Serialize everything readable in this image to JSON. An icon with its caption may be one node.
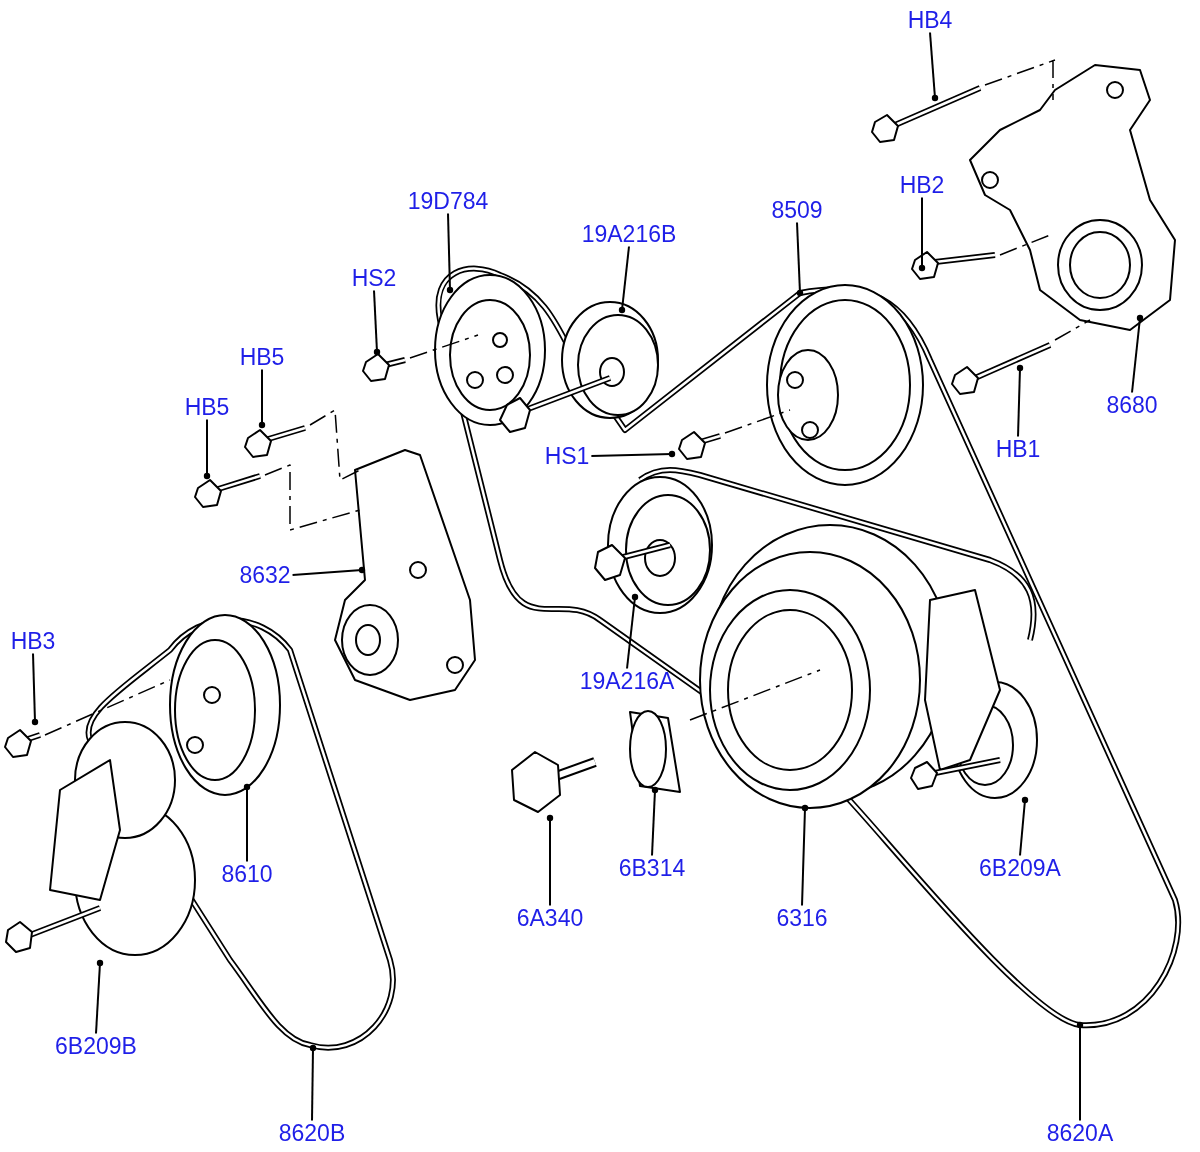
{
  "diagram": {
    "nodes": [
      {
        "text": [
          "HB4"
        ]
      },
      {
        "text": [
          "HB2"
        ]
      },
      {
        "text": [
          "19D784"
        ]
      },
      {
        "text": [
          "19A216B"
        ]
      },
      {
        "text": [
          "8509"
        ]
      },
      {
        "text": [
          "HS2"
        ]
      },
      {
        "text": [
          "HB5"
        ]
      },
      {
        "text": [
          "HB5"
        ]
      },
      {
        "text": [
          "8680"
        ]
      },
      {
        "text": [
          "HB1"
        ]
      },
      {
        "text": [
          "HS1"
        ]
      },
      {
        "text": [
          "8632"
        ]
      },
      {
        "text": [
          "HB3"
        ]
      },
      {
        "text": [
          "19A216A"
        ]
      },
      {
        "text": [
          "8610"
        ]
      },
      {
        "text": [
          "6B314"
        ]
      },
      {
        "text": [
          "6B209A"
        ]
      },
      {
        "text": [
          "6A340"
        ]
      },
      {
        "text": [
          "6316"
        ]
      },
      {
        "text": [
          "6B209B"
        ]
      },
      {
        "text": [
          "8620B"
        ]
      },
      {
        "text": [
          "8620A"
        ]
      },
      {
        "text": [],
        "shape": "picture"
      }
    ],
    "edges": [
      {
        "from": 0,
        "to": null,
        "arrow": "other"
      },
      {
        "from": 1,
        "to": null,
        "arrow": "other"
      },
      {
        "from": 2,
        "to": null,
        "arrow": "other"
      },
      {
        "from": 3,
        "to": null,
        "arrow": "other"
      },
      {
        "from": 4,
        "to": null,
        "arrow": "other"
      },
      {
        "from": 5,
        "to": null,
        "arrow": "other"
      },
      {
        "from": 6,
        "to": 22,
        "arrow": "other"
      },
      {
        "from": 7,
        "to": null,
        "arrow": "other"
      },
      {
        "from": 8,
        "to": null,
        "arrow": "other"
      },
      {
        "from": 9,
        "to": null,
        "arrow": "other"
      },
      {
        "from": 10,
        "to": null,
        "arrow": "other"
      },
      {
        "from": 11,
        "to": null,
        "arrow": "other"
      },
      {
        "from": 12,
        "to": null,
        "arrow": "other"
      },
      {
        "from": 13,
        "to": null,
        "arrow": "other"
      },
      {
        "from": 14,
        "to": null,
        "arrow": "other"
      },
      {
        "from": 15,
        "to": null,
        "arrow": "other"
      },
      {
        "from": 16,
        "to": null,
        "arrow": "other"
      },
      {
        "from": 17,
        "to": null,
        "arrow": "other"
      },
      {
        "from": 18,
        "to": null,
        "arrow": "other"
      },
      {
        "from": 19,
        "to": null,
        "arrow": "other"
      },
      {
        "from": 20,
        "to": null,
        "arrow": "other"
      },
      {
        "from": 21,
        "to": null,
        "arrow": "other"
      }
    ]
  }
}
